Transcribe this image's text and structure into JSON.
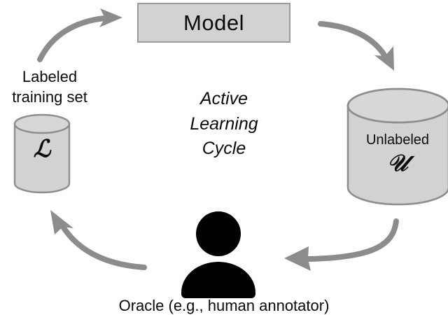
{
  "figure": {
    "title": "Active Learning Cycle diagram",
    "background_color": "#ffffff",
    "arrow_color": "#8c8c8c",
    "shape_fill": "#d2d2d2",
    "shape_stroke": "#9a9a9a",
    "text_color": "#0a0a0a",
    "person_color": "#000000"
  },
  "model": {
    "label": "Model"
  },
  "center": {
    "line1": "Active",
    "line2": "Learning",
    "line3": "Cycle"
  },
  "labeled_set": {
    "caption_line1": "Labeled",
    "caption_line2": "training set",
    "symbol": "ℒ"
  },
  "unlabeled_set": {
    "caption": "Unlabeled",
    "symbol": "𝒰"
  },
  "annotator": {
    "caption": "Oracle (e.g., human annotator)",
    "icon": "person-icon"
  },
  "arrows": [
    {
      "name": "labeled-to-model",
      "direction": "up-right"
    },
    {
      "name": "model-to-unlabeled",
      "direction": "down-right"
    },
    {
      "name": "unlabeled-to-annotator",
      "direction": "left"
    },
    {
      "name": "annotator-to-labeled",
      "direction": "up-left"
    }
  ]
}
